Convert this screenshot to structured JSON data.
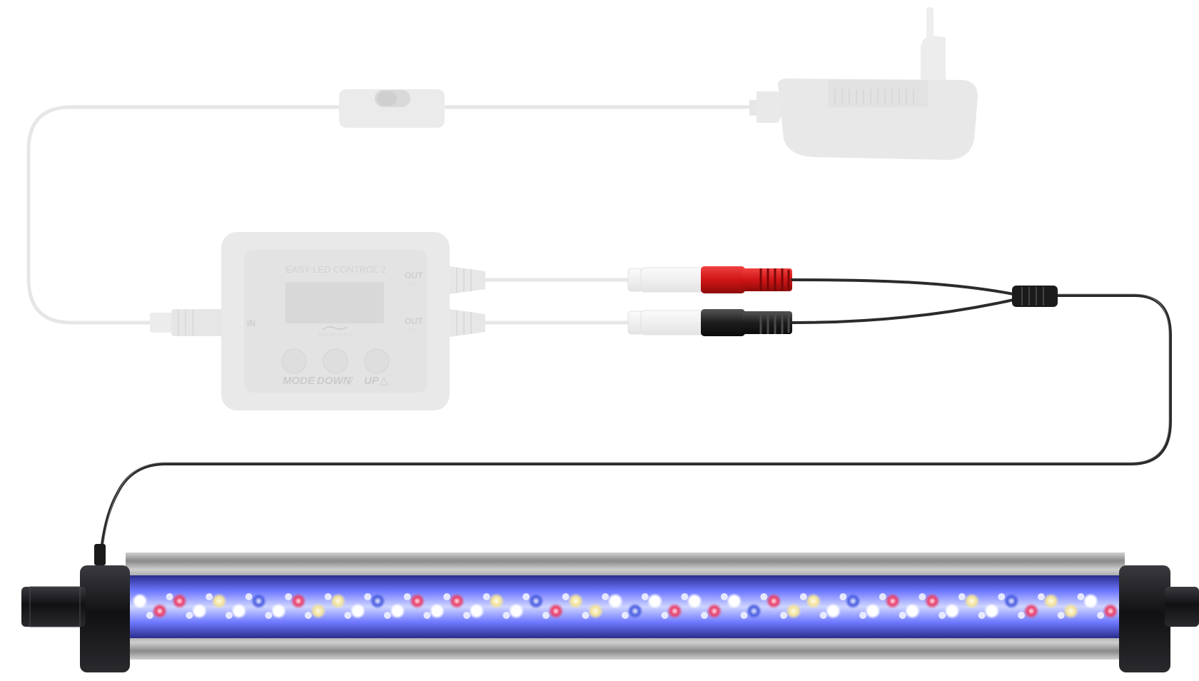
{
  "controller": {
    "title": "EASY LED CONTROL 2",
    "title_sup": "gen",
    "label_in": "IN",
    "label_out_top": "OUT",
    "label_out_top_sub": "ch1",
    "label_out_bottom": "OUT",
    "label_out_bottom_sub": "ch2",
    "brand": "aquarium systems",
    "button_mode": "MODE",
    "button_down": "DOWN",
    "button_up": "UP",
    "glyph_down": "▽",
    "glyph_up": "△",
    "color": "#e9e9e9"
  },
  "colors": {
    "faded_cable": "#e6e6e6",
    "black_cable": "#2b2b2b",
    "red_plug": "#e01c1c",
    "black_plug": "#1e1e1e",
    "white_plug": "#f1f1f1",
    "adapter": "#e8e8e8",
    "bar_body": "#1f1f26",
    "heatsink": "#9a9a9a",
    "led_blue": "#4b5fe0",
    "led_white": "#ffffff",
    "led_red": "#e8406a",
    "led_warm": "#f3e39c"
  },
  "led_pattern": [
    "white",
    "red",
    "red",
    "white",
    "warm",
    "white",
    "blue",
    "white",
    "red",
    "warm",
    "warm",
    "white",
    "blue",
    "white",
    "red",
    "white",
    "red",
    "white",
    "warm",
    "white",
    "blue",
    "red",
    "warm",
    "warm",
    "white",
    "blue",
    "white",
    "red",
    "white",
    "red",
    "white",
    "blue",
    "red",
    "warm",
    "warm",
    "white",
    "blue",
    "white",
    "red",
    "white",
    "red",
    "white",
    "warm",
    "white",
    "blue",
    "red",
    "warm",
    "warm",
    "white",
    "red"
  ]
}
